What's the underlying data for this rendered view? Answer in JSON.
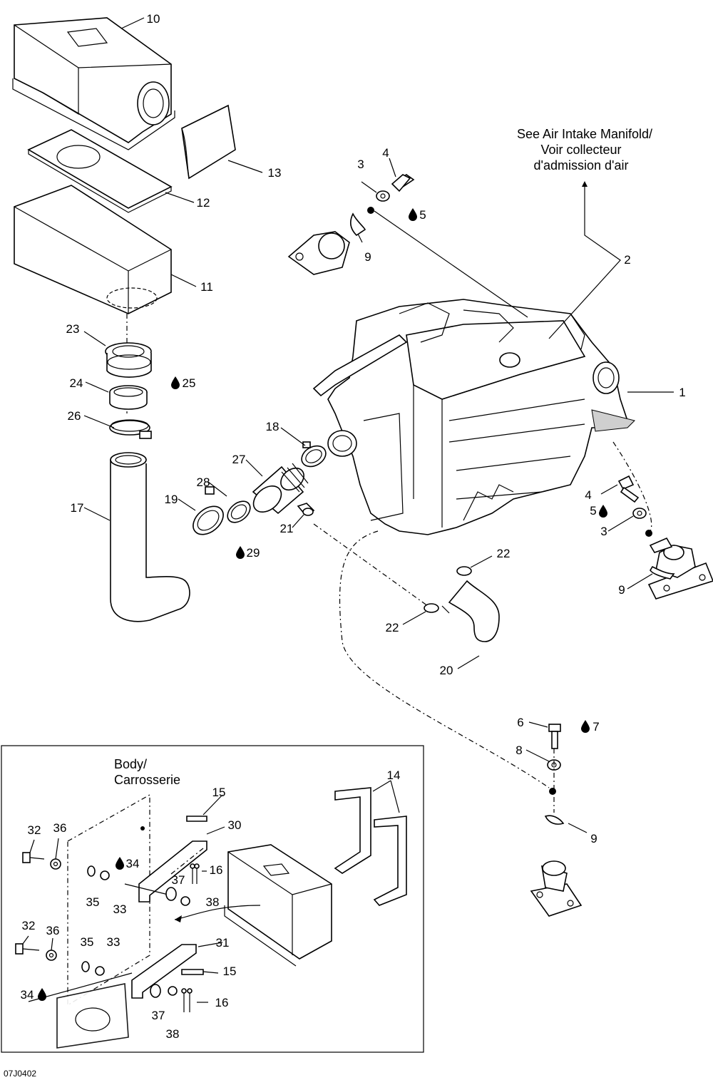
{
  "diagram": {
    "note_title_1": "See Air Intake Manifold/",
    "note_title_2": "Voir collecteur",
    "note_title_3": "d'admission d'air",
    "body_label_1": "Body/",
    "body_label_2": "Carrosserie",
    "footer_code": "07J0402",
    "callouts": {
      "p1": "1",
      "p2": "2",
      "p3a": "3",
      "p3b": "3",
      "p4a": "4",
      "p4b": "4",
      "p5a": "5",
      "p5b": "5",
      "p6": "6",
      "p7": "7",
      "p8": "8",
      "p9a": "9",
      "p9b": "9",
      "p9c": "9",
      "p10": "10",
      "p11": "11",
      "p12": "12",
      "p13": "13",
      "p14": "14",
      "p15a": "15",
      "p15b": "15",
      "p16a": "16",
      "p16b": "16",
      "p17": "17",
      "p18": "18",
      "p19": "19",
      "p20": "20",
      "p21": "21",
      "p22a": "22",
      "p22b": "22",
      "p23": "23",
      "p24": "24",
      "p25": "25",
      "p26": "26",
      "p27": "27",
      "p28": "28",
      "p29": "29",
      "p30": "30",
      "p31": "31",
      "p32a": "32",
      "p32b": "32",
      "p33a": "33",
      "p33b": "33",
      "p34a": "34",
      "p34b": "34",
      "p35a": "35",
      "p35b": "35",
      "p36a": "36",
      "p36b": "36",
      "p37a": "37",
      "p37b": "37",
      "p38a": "38",
      "p38b": "38"
    },
    "icons": {
      "lubricant_drop": "droplet-icon",
      "connection_dot": "dot-icon"
    }
  }
}
